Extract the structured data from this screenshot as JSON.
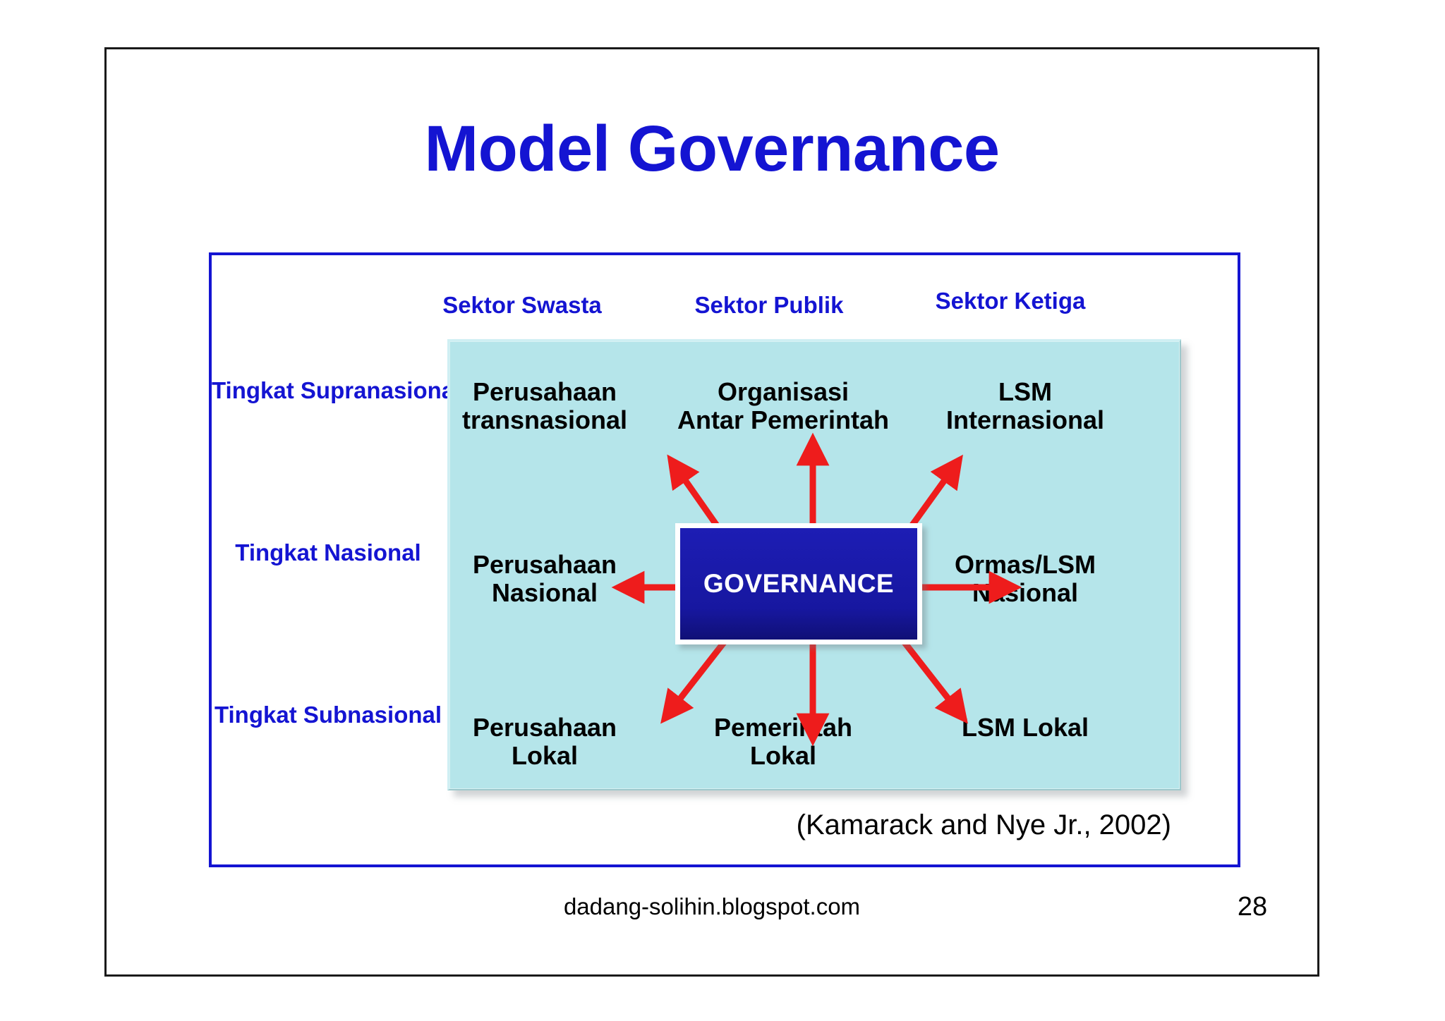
{
  "slide": {
    "title": "Model Governance",
    "citation": "(Kamarack and Nye Jr., 2002)",
    "footer_url": "dadang-solihin.blogspot.com",
    "page_number": "28",
    "colors": {
      "title_blue": "#1414d2",
      "panel_border_blue": "#1414d2",
      "matrix_fill": "#b5e5ea",
      "center_box_blue": "#1a1aa8",
      "arrow_red": "#ee1c1c",
      "node_text": "#000000",
      "slide_border": "#1a1a1a"
    }
  },
  "matrix": {
    "sector_headers": [
      {
        "label": "Sektor Swasta"
      },
      {
        "label": "Sektor Publik"
      },
      {
        "label": "Sektor Ketiga"
      }
    ],
    "level_labels": [
      {
        "label": "Tingkat\nSupranasional"
      },
      {
        "label": "Tingkat\nNasional"
      },
      {
        "label": "Tingkat\nSubnasional"
      }
    ],
    "center_node": {
      "label": "GOVERNANCE"
    },
    "cells": [
      {
        "id": "node-0-0",
        "row": 0,
        "col": 0,
        "label": "Perusahaan\ntransnasional"
      },
      {
        "id": "node-0-1",
        "row": 0,
        "col": 1,
        "label": "Organisasi\nAntar Pemerintah"
      },
      {
        "id": "node-0-2",
        "row": 0,
        "col": 2,
        "label": "LSM\nInternasional"
      },
      {
        "id": "node-1-0",
        "row": 1,
        "col": 0,
        "label": "Perusahaan\nNasional"
      },
      {
        "id": "node-1-2",
        "row": 1,
        "col": 2,
        "label": "Ormas/LSM\nNasional"
      },
      {
        "id": "node-2-0",
        "row": 2,
        "col": 0,
        "label": "Perusahaan\nLokal"
      },
      {
        "id": "node-2-1",
        "row": 2,
        "col": 1,
        "label": "Pemerintah\nLokal"
      },
      {
        "id": "node-2-2",
        "row": 2,
        "col": 2,
        "label": "LSM Lokal"
      }
    ],
    "arrows": [
      {
        "from": "GOVERNANCE",
        "to": "Perusahaan transnasional",
        "direction": "up-left"
      },
      {
        "from": "GOVERNANCE",
        "to": "Organisasi Antar Pemerintah",
        "direction": "up"
      },
      {
        "from": "GOVERNANCE",
        "to": "LSM Internasional",
        "direction": "up-right"
      },
      {
        "from": "GOVERNANCE",
        "to": "Perusahaan Nasional",
        "direction": "left"
      },
      {
        "from": "GOVERNANCE",
        "to": "Ormas/LSM Nasional",
        "direction": "right"
      },
      {
        "from": "GOVERNANCE",
        "to": "Perusahaan Lokal",
        "direction": "down-left"
      },
      {
        "from": "GOVERNANCE",
        "to": "Pemerintah Lokal",
        "direction": "down"
      },
      {
        "from": "GOVERNANCE",
        "to": "LSM Lokal",
        "direction": "down-right"
      }
    ]
  }
}
